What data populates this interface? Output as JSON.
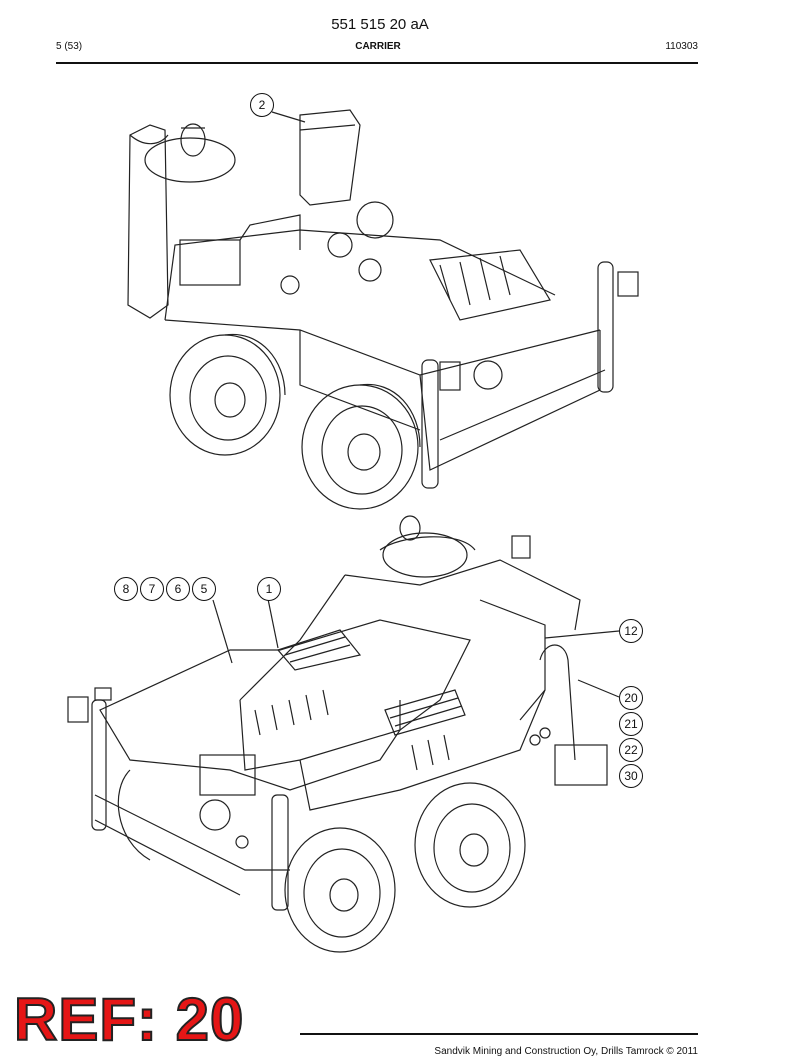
{
  "header": {
    "doc_number": "551 515 20 aA",
    "page_ref": "5 (53)",
    "section_title": "CARRIER",
    "date_code": "110303"
  },
  "figure_top": {
    "callouts": [
      "2"
    ]
  },
  "figure_bottom": {
    "callouts": [
      "8",
      "7",
      "6",
      "5",
      "1",
      "12",
      "20",
      "21",
      "22",
      "30"
    ]
  },
  "stamp": {
    "text": "REF: 20",
    "color": "#e51616"
  },
  "footer": {
    "copyright": "Sandvik Mining and Construction Oy, Drills Tamrock © 2011"
  }
}
